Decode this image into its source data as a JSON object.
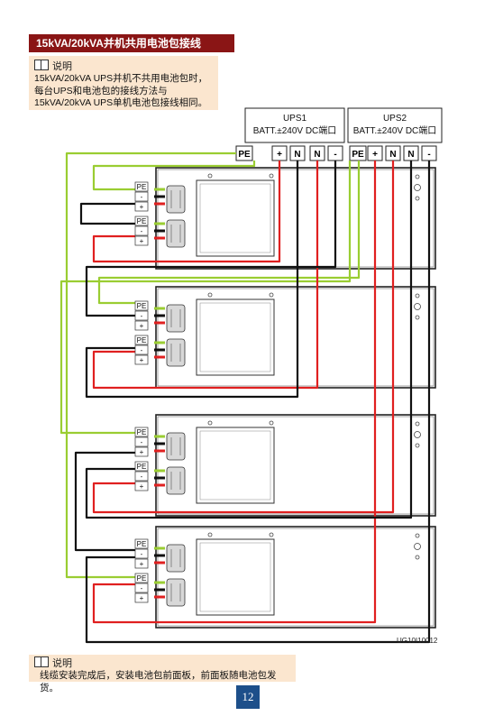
{
  "section_title": "15kVA/20kVA并机共用电池包接线",
  "note_top": {
    "heading": "说明",
    "lines": [
      "15kVA/20kVA UPS并机不共用电池包时，",
      "每台UPS和电池包的接线方法与",
      "15kVA/20kVA UPS单机电池包接线相同。"
    ]
  },
  "ups1": {
    "name": "UPS1",
    "port": "BATT.±240V DC端口"
  },
  "ups2": {
    "name": "UPS2",
    "port": "BATT.±240V DC端口"
  },
  "terminals": {
    "pe": "PE",
    "plus": "+",
    "n": "N",
    "minus": "-"
  },
  "pack_labels": {
    "pe": "PE",
    "minus": "-",
    "plus": "+"
  },
  "figure_id": "UG10I10012",
  "note_bottom": {
    "heading": "说明",
    "text": "线缆安装完成后，安装电池包前面板，前面板随电池包发货。"
  },
  "page_number": "12",
  "colors": {
    "title_bg": "#8a1515",
    "note_bg": "#fbe6cf",
    "pe_wire": "#9acd32",
    "pos_wire": "#e02020",
    "neg_wire": "#111111",
    "page_badge": "#1d4f8a"
  }
}
